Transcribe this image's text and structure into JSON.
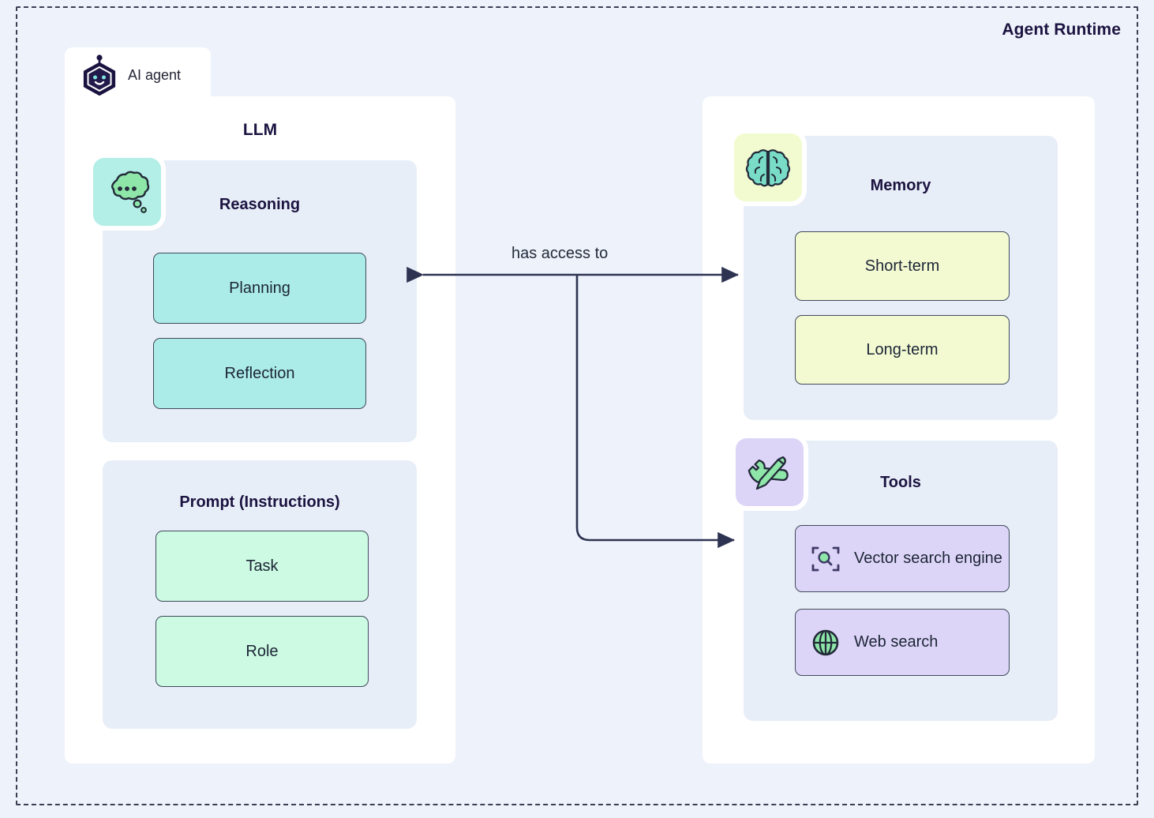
{
  "diagram": {
    "title": "Agent Runtime",
    "agent_chip": {
      "label": "AI agent",
      "icon": "ai-agent-robot-icon"
    },
    "edge": {
      "label": "has access to"
    },
    "colors": {
      "page_background": "#eef2fa",
      "card_background": "#ffffff",
      "group_background": "#e8eef8",
      "border_dashed": "#3b3f54",
      "title_text": "#1b1340",
      "body_text": "#1c2536",
      "pill_cyan": "#acece8",
      "pill_mint": "#ccfae2",
      "pill_lemon": "#f3fad2",
      "pill_lilac": "#ddd5f7",
      "badge_reasoning": "#b3efe6",
      "badge_memory": "#f2fbcf",
      "badge_tools": "#ddd5f7",
      "icon_green": "#8ee6a8",
      "icon_teal": "#79dcc6",
      "icon_outline": "#232a3a",
      "connector": "#2e3352"
    },
    "left_card": {
      "title": "LLM",
      "groups": [
        {
          "title": "Reasoning",
          "icon": "thought-bubble-icon",
          "items": [
            {
              "label": "Planning"
            },
            {
              "label": "Reflection"
            }
          ]
        },
        {
          "title": "Prompt (Instructions)",
          "icon": null,
          "items": [
            {
              "label": "Task"
            },
            {
              "label": "Role"
            }
          ]
        }
      ]
    },
    "right_card": {
      "groups": [
        {
          "title": "Memory",
          "icon": "brain-icon",
          "items": [
            {
              "label": "Short-term"
            },
            {
              "label": "Long-term"
            }
          ]
        },
        {
          "title": "Tools",
          "icon": "wrench-screwdriver-icon",
          "items": [
            {
              "label": "Vector search engine",
              "icon": "vector-scan-search-icon"
            },
            {
              "label": "Web search",
              "icon": "globe-icon"
            }
          ]
        }
      ]
    }
  }
}
